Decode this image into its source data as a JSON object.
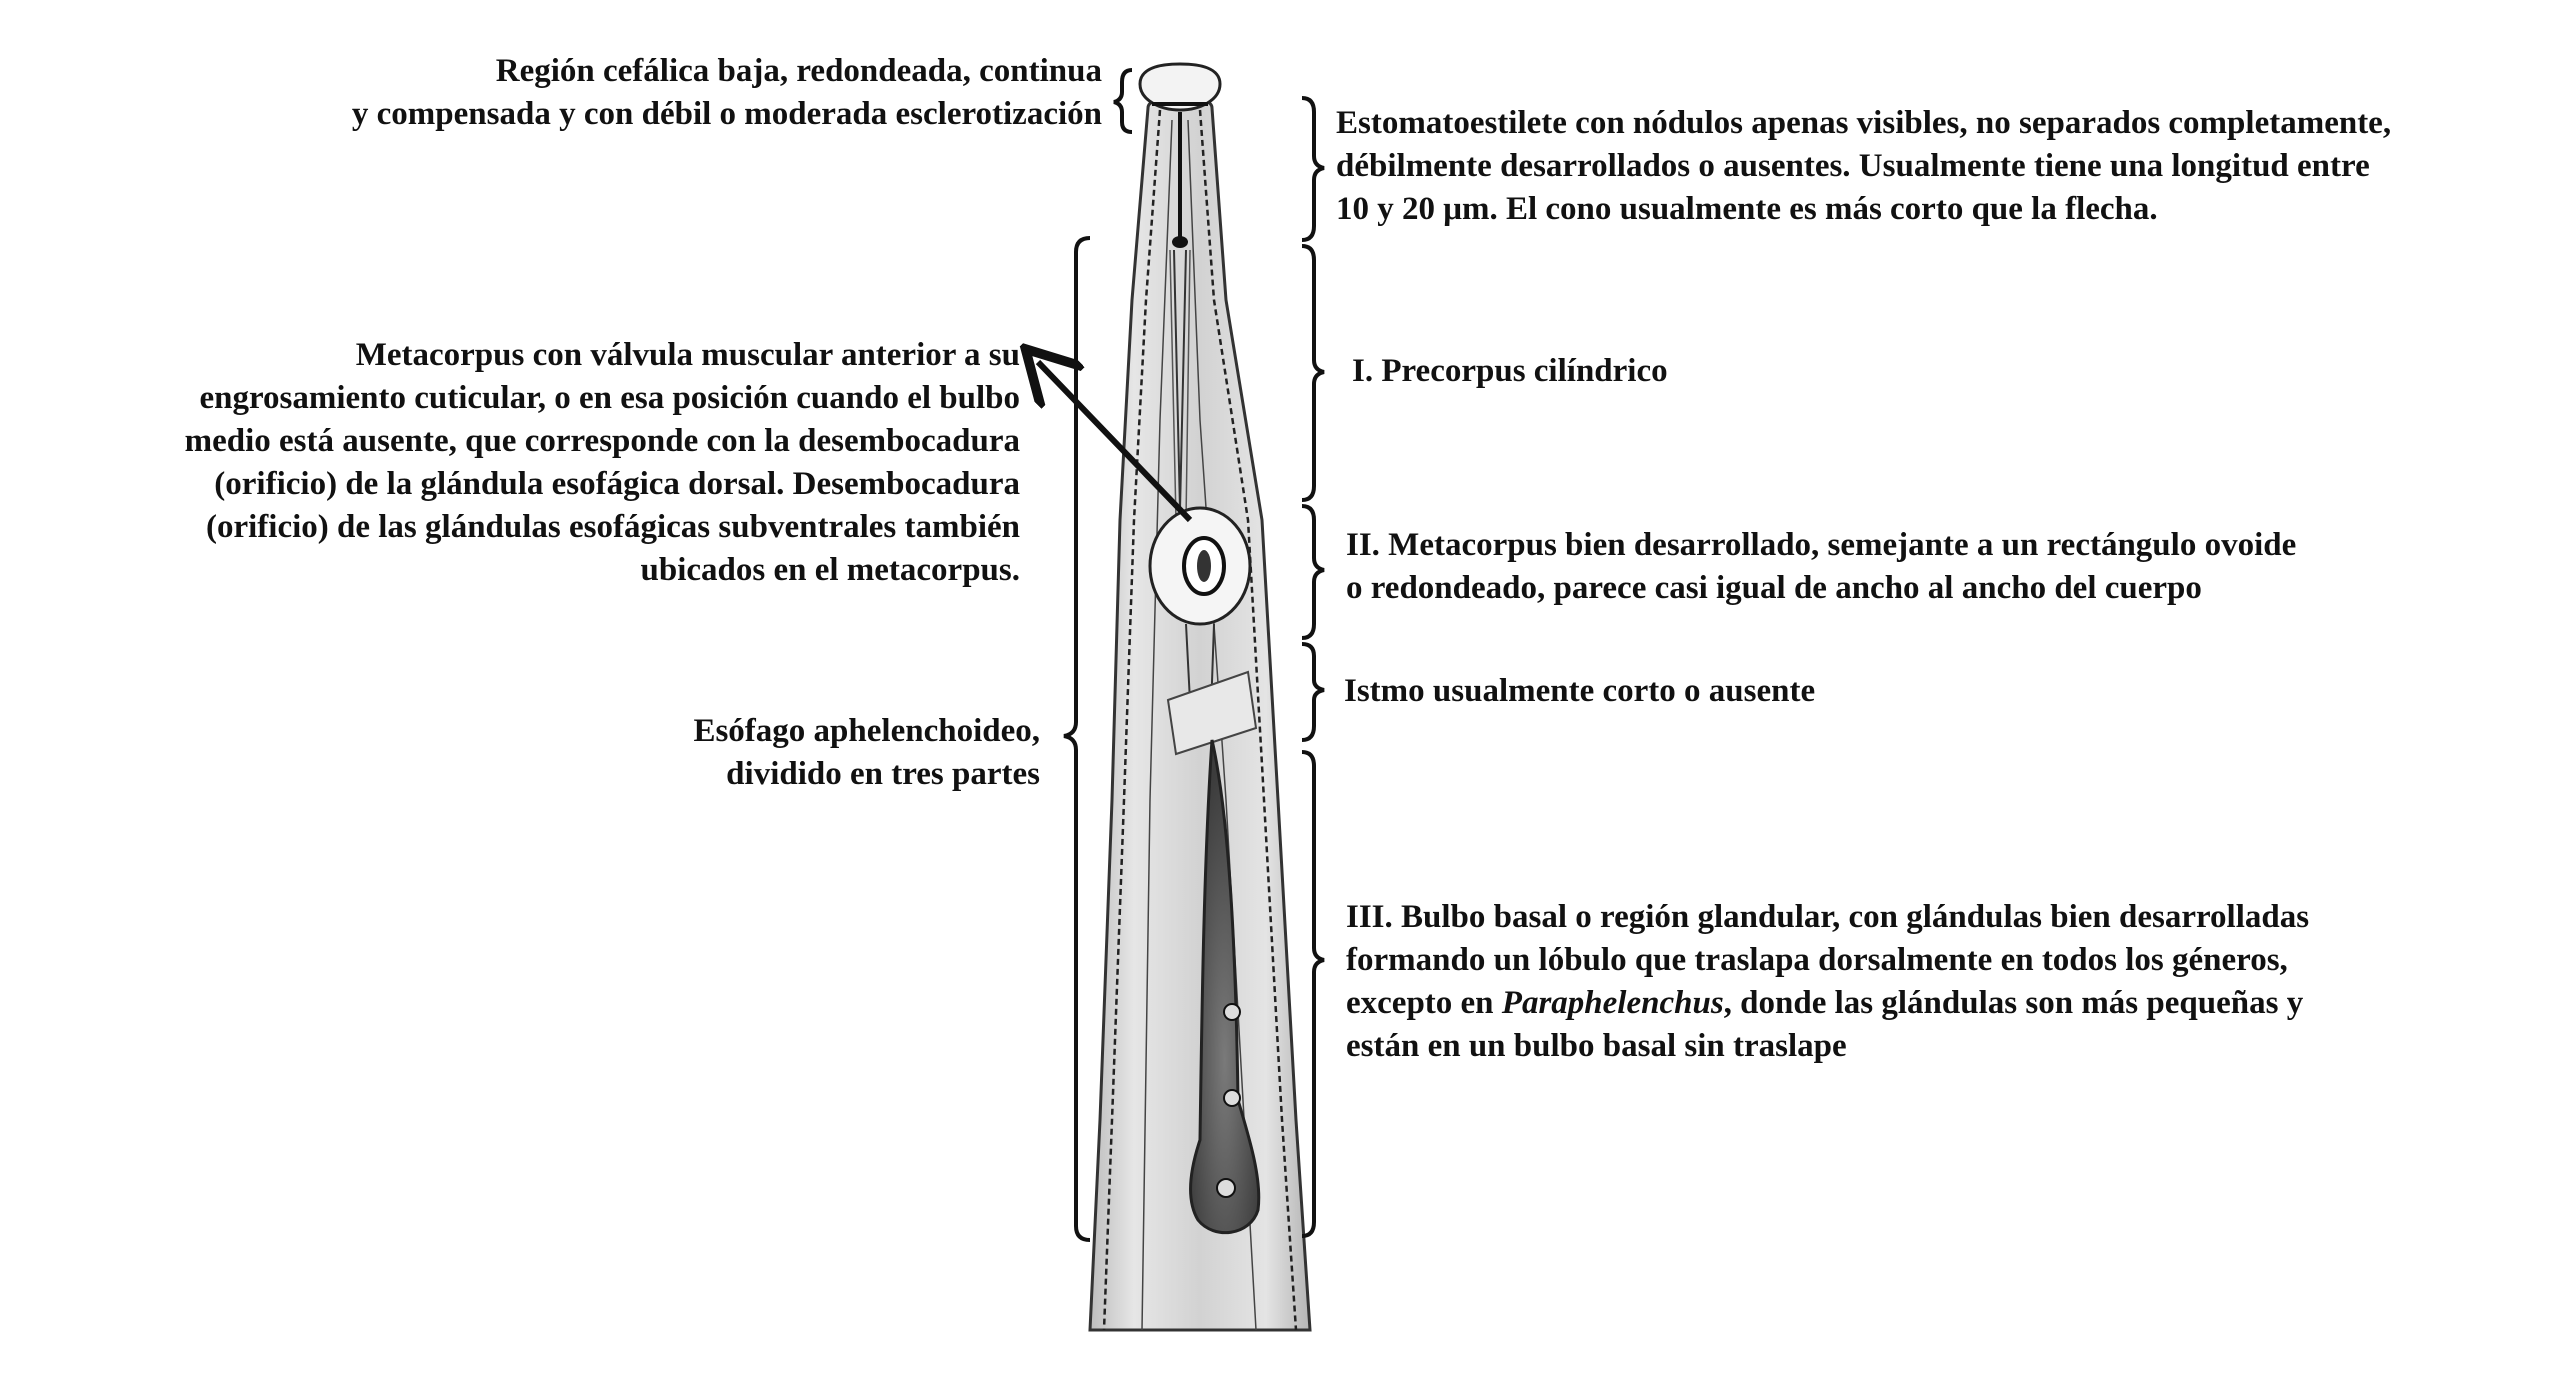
{
  "labels": {
    "cephalic": {
      "lines": [
        "Región cefálica baja, redondeada, continua",
        "y compensada y con débil o moderada esclerotización"
      ]
    },
    "stylet": {
      "lines": [
        "Estomatoestilete con nódulos apenas visibles, no separados completamente,",
        "débilmente desarrollados o ausentes. Usualmente tiene una longitud entre",
        "10 y 20 μm. El cono usualmente es más corto que la flecha."
      ]
    },
    "metacorpus_valve": {
      "lines": [
        "Metacorpus con válvula muscular anterior a su",
        "engrosamiento cuticular, o en esa posición cuando el bulbo",
        "medio está ausente, que corresponde con la desembocadura",
        "(orificio) de la glándula esofágica dorsal. Desembocadura",
        "(orificio) de las glándulas esofágicas subventrales también",
        "ubicados en el metacorpus."
      ]
    },
    "precorpus": {
      "lines": [
        "I. Precorpus cilíndrico"
      ]
    },
    "metacorpus": {
      "lines": [
        "II. Metacorpus bien desarrollado, semejante a un rectángulo ovoide",
        "o redondeado, parece casi igual de ancho al ancho del cuerpo"
      ]
    },
    "isthmus": {
      "lines": [
        "Istmo usualmente corto o ausente"
      ]
    },
    "esophagus": {
      "lines": [
        "Esófago aphelenchoideo,",
        "dividido en tres partes"
      ]
    },
    "basal_bulb": {
      "line1": "III. Bulbo basal o región glandular, con glándulas bien desarrolladas",
      "line2": "formando un lóbulo que traslapa dorsalmente en todos los géneros,",
      "line3_pre": "excepto en ",
      "line3_italic": "Paraphelenchus",
      "line3_post": ", donde las glándulas son más pequeñas y",
      "line4": "están en un bulbo basal sin traslape"
    }
  },
  "colors": {
    "ink": "#111111",
    "body_fill": "#dcdcdc",
    "bulb_fill": "#5a5a5a"
  }
}
